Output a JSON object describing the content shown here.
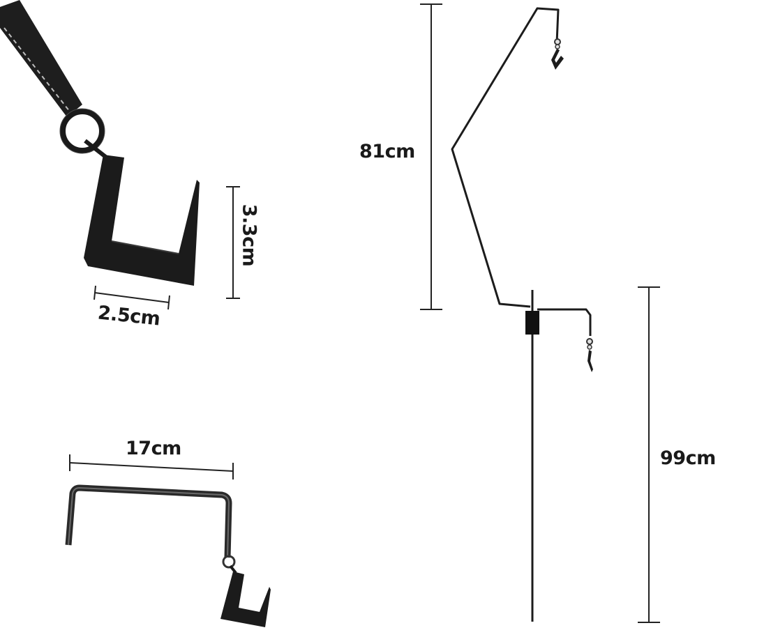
{
  "dimensions": {
    "hook_height": "3.3cm",
    "hook_width": "2.5cm",
    "bracket_length": "17cm",
    "upper_arm_height": "81cm",
    "stake_height": "99cm"
  },
  "colors": {
    "background": "#ffffff",
    "metal": "#1c1c1c",
    "dimension_line": "#222222"
  }
}
